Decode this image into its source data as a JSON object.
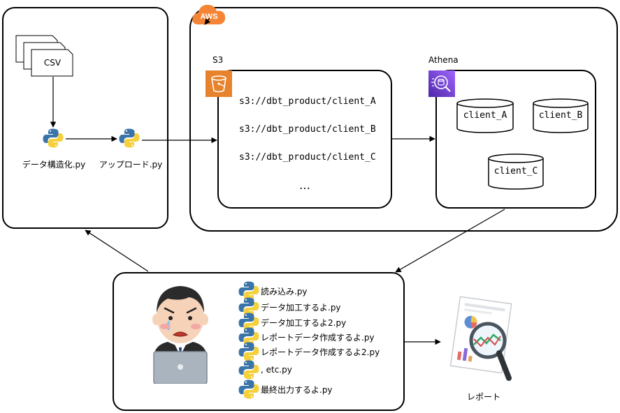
{
  "local": {
    "csv_label": "CSV",
    "structurize_script": "データ構造化.py",
    "upload_script": "アップロード.py"
  },
  "aws": {
    "badge": "AWS",
    "s3": {
      "title": "S3",
      "paths": [
        "s3://dbt_product/client_A",
        "s3://dbt_product/client_B",
        "s3://dbt_product/client_C"
      ],
      "more": "…"
    },
    "athena": {
      "title": "Athena",
      "tables": [
        "client_A",
        "client_B",
        "client_C"
      ]
    }
  },
  "worker": {
    "scripts": [
      "読み込み.py",
      "データ加工するよ.py",
      "データ加工するよ2.py",
      "レポートデータ作成するよ.py",
      "レポートデータ作成するよ2.py",
      ", etc.py",
      "最終出力するよ.py"
    ]
  },
  "report": {
    "label": "レポート"
  },
  "colors": {
    "aws_orange": "#F58536",
    "s3_orange": "#E7822D",
    "athena_purple": "#8C4FFF",
    "python_blue": "#3A74A8",
    "python_yellow": "#F5D03A"
  },
  "icons": [
    "document-stack-icon",
    "python-icon",
    "s3-bucket-icon",
    "athena-icon",
    "aws-cloud-icon",
    "crying-worker-icon",
    "report-magnifier-icon"
  ]
}
